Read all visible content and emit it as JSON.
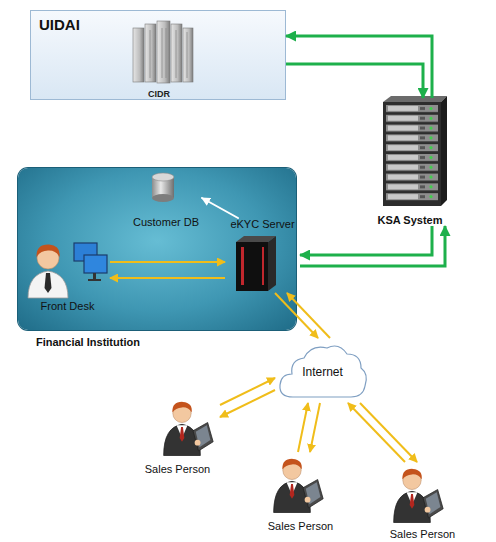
{
  "diagram": {
    "nodes": [
      {
        "text": [
          "UIDAI"
        ]
      },
      {
        "text": [
          "CIDR"
        ],
        "in": 0
      },
      {
        "text": [
          "KSA System"
        ]
      },
      {
        "text": [
          "Financial Institution"
        ]
      },
      {
        "text": [
          "Customer DB"
        ],
        "in": 3
      },
      {
        "text": [
          "eKYC Server"
        ],
        "in": 3
      },
      {
        "text": [
          "Front Desk"
        ],
        "in": 3
      },
      {
        "text": [
          "Internet"
        ]
      },
      {
        "text": [
          "Sales Person"
        ]
      },
      {
        "text": [
          "Sales Person"
        ]
      },
      {
        "text": [
          "Sales Person"
        ]
      }
    ],
    "edges": [
      {
        "from": 2,
        "to": 0,
        "arrow": "to"
      },
      {
        "from": 0,
        "to": 2,
        "arrow": "to"
      },
      {
        "from": 2,
        "to": 5,
        "arrow": "to"
      },
      {
        "from": 5,
        "to": 2,
        "arrow": "to"
      },
      {
        "from": 5,
        "to": 4,
        "arrow": "to"
      },
      {
        "from": 6,
        "to": 5,
        "arrow": "to"
      },
      {
        "from": 5,
        "to": 6,
        "arrow": "to"
      },
      {
        "from": 5,
        "to": 7,
        "arrow": "to"
      },
      {
        "from": 7,
        "to": 5,
        "arrow": "to"
      },
      {
        "from": 8,
        "to": 7,
        "arrow": "to"
      },
      {
        "from": 7,
        "to": 8,
        "arrow": "to"
      },
      {
        "from": 9,
        "to": 7,
        "arrow": "to"
      },
      {
        "from": 7,
        "to": 9,
        "arrow": "to"
      },
      {
        "from": 10,
        "to": 7,
        "arrow": "to"
      },
      {
        "from": 7,
        "to": 10,
        "arrow": "to"
      }
    ]
  }
}
